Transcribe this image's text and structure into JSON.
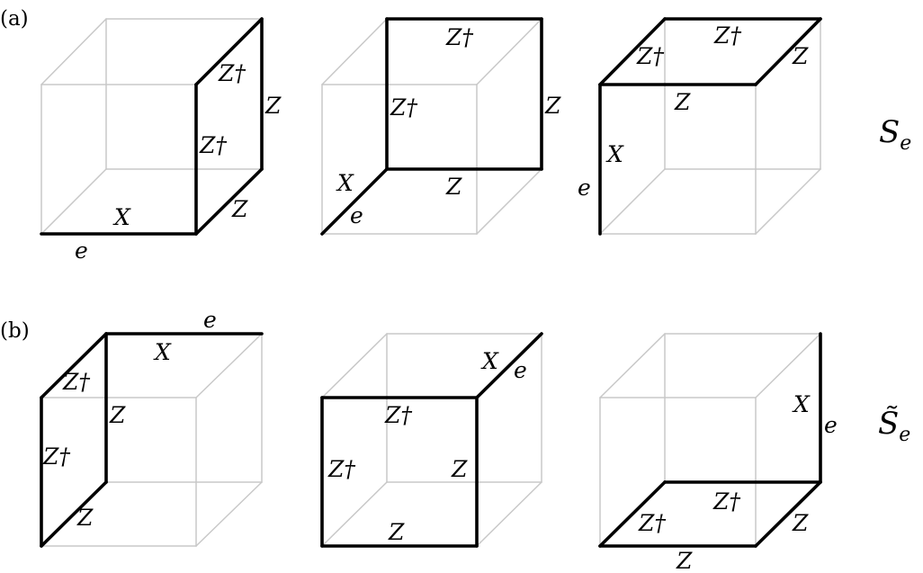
{
  "panels": {
    "a": "(a)",
    "b": "(b)"
  },
  "row_labels": {
    "a": {
      "base": "S",
      "sub": "e"
    },
    "b": {
      "base": "S̃",
      "sub": "e"
    }
  },
  "operators": {
    "X": "X",
    "Z": "Z",
    "Zd": "Z†",
    "e": "e"
  }
}
